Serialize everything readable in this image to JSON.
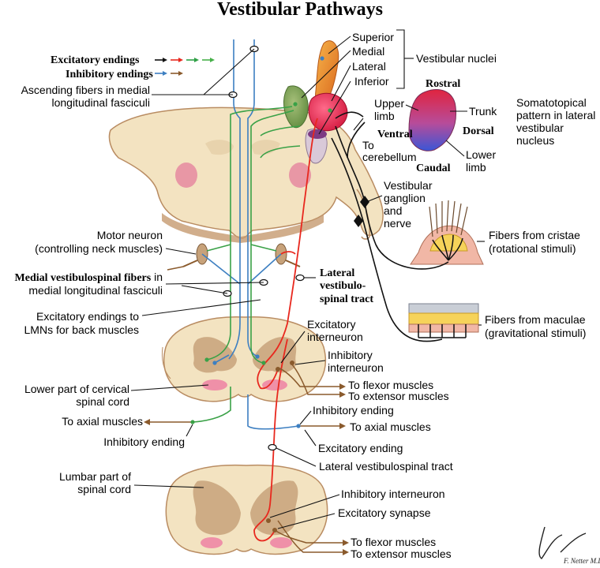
{
  "title": "Vestibular Pathways",
  "legend": {
    "excitatory": "Excitatory endings",
    "inhibitory": "Inhibitory endings"
  },
  "colors": {
    "excitatory": [
      "#111111",
      "#e8281e",
      "#2fa046",
      "#47b04a"
    ],
    "inhibitory": [
      "#3d7fc1",
      "#8a5a2c"
    ]
  },
  "labels": {
    "superior": "Superior",
    "medial": "Medial",
    "lateral": "Lateral",
    "inferior": "Inferior",
    "vestibular_nuclei": "Vestibular nuclei",
    "rostral": "Rostral",
    "dorsal": "Dorsal",
    "ventral": "Ventral",
    "caudal": "Caudal",
    "upper_limb_1": "Upper",
    "upper_limb_2": "limb",
    "trunk": "Trunk",
    "lower_limb_1": "Lower",
    "lower_limb_2": "limb",
    "somato_1": "Somatotopical",
    "somato_2": "pattern in lateral",
    "somato_3": "vestibular",
    "somato_4": "nucleus",
    "to_cerebellum_1": "To",
    "to_cerebellum_2": "cerebellum",
    "ascending_1": "Ascending fibers in medial",
    "ascending_2": "longitudinal fasciculi",
    "ganglion_1": "Vestibular",
    "ganglion_2": "ganglion",
    "ganglion_3": "and",
    "ganglion_4": "nerve",
    "cristae_1": "Fibers from cristae",
    "cristae_2": "(rotational stimuli)",
    "maculae_1": "Fibers from maculae",
    "maculae_2": "(gravitational stimuli)",
    "motor_1": "Motor neuron",
    "motor_2": "(controlling neck muscles)",
    "mvst_1": "Medial vestibulospinal fibers",
    "mvst_1b": " in",
    "mvst_2": "medial longitudinal fasciculi",
    "lvst_1": "Lateral",
    "lvst_2": "vestibulo-",
    "lvst_3": "spinal tract",
    "exc_back_1": "Excitatory endings to",
    "exc_back_2": "LMNs for back muscles",
    "exc_inter_1": "Excitatory",
    "exc_inter_2": "interneuron",
    "inh_inter_1": "Inhibitory",
    "inh_inter_2": "interneuron",
    "cervical_1": "Lower part of cervical",
    "cervical_2": "spinal cord",
    "to_flexor": "To flexor muscles",
    "to_extensor": "To extensor muscles",
    "to_axial_left": "To axial muscles",
    "to_axial_right": "To axial muscles",
    "inh_ending_left": "Inhibitory ending",
    "inh_ending_right": "Inhibitory ending",
    "exc_ending": "Excitatory ending",
    "lvst_tract": "Lateral vestibulospinal tract",
    "lumbar_1": "Lumbar part of",
    "lumbar_2": "spinal cord",
    "inh_interneuron": "Inhibitory interneuron",
    "exc_synapse": "Excitatory synapse",
    "to_flexor_2": "To flexor muscles",
    "to_extensor_2": "To extensor muscles"
  },
  "signature": "F. Netter M.D."
}
